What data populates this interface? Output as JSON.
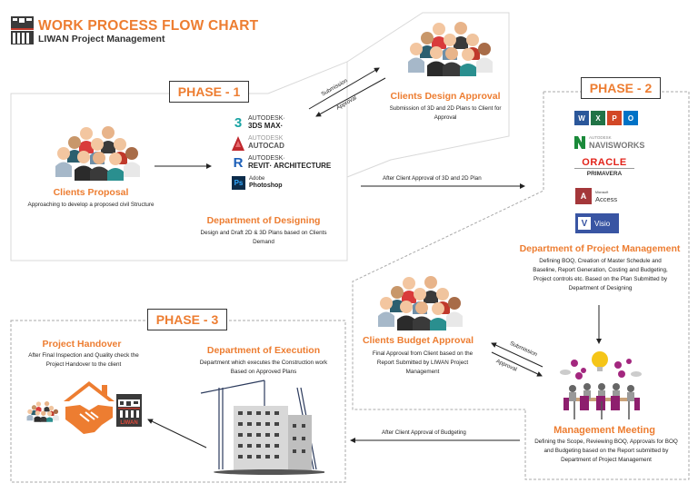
{
  "header": {
    "title": "WORK PROCESS FLOW CHART",
    "subtitle": "LIWAN Project Management",
    "logo_icon": "liwan-logo-icon"
  },
  "colors": {
    "accent": "#ED7D31",
    "text": "#222222",
    "border": "#999999"
  },
  "phases": [
    {
      "label": "PHASE - 1"
    },
    {
      "label": "PHASE - 2"
    },
    {
      "label": "PHASE - 3"
    }
  ],
  "nodes": {
    "clients_proposal": {
      "title": "Clients Proposal",
      "desc": "Approaching to develop a proposed civil Structure",
      "icon": "people-group-icon"
    },
    "dept_designing": {
      "title": "Department of Designing",
      "desc": "Design and Draft 2D & 3D Plans based on Clients Demand",
      "software": [
        {
          "icon": "3ds-max-icon",
          "line1": "AUTODESK·",
          "line2": "3DS MAX·"
        },
        {
          "icon": "autocad-icon",
          "line1": "AUTODESK",
          "line2": "AUTOCAD"
        },
        {
          "icon": "revit-icon",
          "line1": "AUTODESK·",
          "line2": "REVIT· ARCHITECTURE"
        },
        {
          "icon": "photoshop-icon",
          "line1": "Adobe",
          "line2": "Photoshop"
        }
      ]
    },
    "clients_design_approval": {
      "title": "Clients Design Approval",
      "desc": "Submission of 3D and 2D Plans to Client for Approval",
      "icon": "people-group-icon"
    },
    "dept_pm": {
      "title": "Department of Project Management",
      "desc": "Defining BOQ, Creation of Master Schedule and Baseline, Report Generation, Costing and Budgeting, Project controls etc. Based on the Plan Submitted by Department of Designing",
      "software": [
        {
          "icon": "ms-office-icon",
          "tiles": [
            "W",
            "X",
            "P",
            "O"
          ]
        },
        {
          "icon": "navisworks-icon",
          "line1": "AUTODESK",
          "line2": "NAVISWORKS"
        },
        {
          "icon": "oracle-primavera-icon",
          "line1": "ORACLE",
          "line2": "PRIMAVERA"
        },
        {
          "icon": "ms-access-icon",
          "line1": "Microsoft",
          "line2": "Access"
        },
        {
          "icon": "ms-visio-icon",
          "line1": "Visio"
        }
      ]
    },
    "clients_budget_approval": {
      "title": "Clients Budget Approval",
      "desc": "Final Approval from Client based on the Report Submitted by LIWAN Project Management",
      "icon": "people-group-icon"
    },
    "management_meeting": {
      "title": "Management Meeting",
      "desc": "Defining the Scope, Reviewing BOQ, Approvals for BOQ and Budgeting based on the Report submitted by Department of Project Management",
      "icon": "meeting-icon"
    },
    "dept_execution": {
      "title": "Department of Execution",
      "desc": "Department which executes the Construction work Based on Approved Plans",
      "icon": "construction-crane-building-icon"
    },
    "project_handover": {
      "title": "Project Handover",
      "desc": "After Final Inspection and Quality check the Project Handover to the client",
      "icon": "handshake-house-icon",
      "logo_text": "LIWAN"
    }
  },
  "edges": {
    "submission_1": "Submission",
    "approval_1": "Approval",
    "after_design": "After Client Approval of 3D and 2D Plan",
    "submission_2": "Submission",
    "approval_2": "Approval",
    "after_budget": "After Client Approval of Budgeting"
  }
}
